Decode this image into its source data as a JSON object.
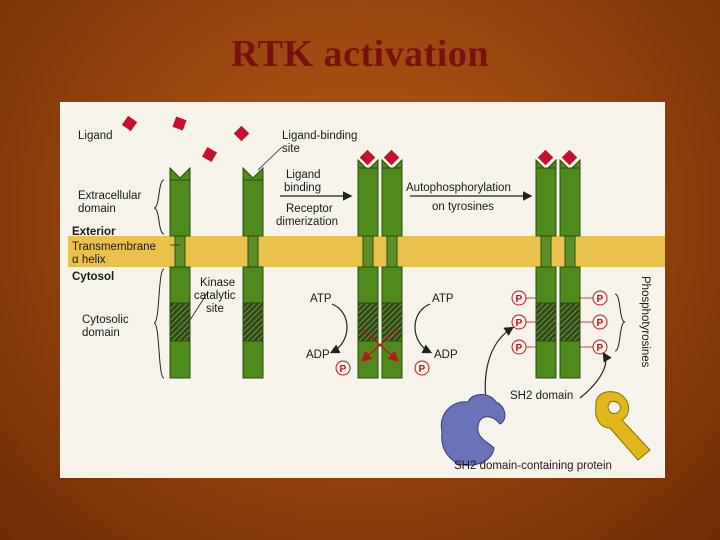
{
  "slide": {
    "title": "RTK activation"
  },
  "diagram": {
    "labels": {
      "ligand": "Ligand",
      "ligand_binding_site_1": "Ligand-binding",
      "ligand_binding_site_2": "site",
      "extracellular_1": "Extracellular",
      "extracellular_2": "domain",
      "exterior": "Exterior",
      "transmembrane": "Transmembrane",
      "alpha_helix": "α helix",
      "cytosol": "Cytosol",
      "cytosolic_1": "Cytosolic",
      "cytosolic_2": "domain",
      "kinase_1": "Kinase",
      "kinase_2": "catalytic",
      "kinase_3": "site",
      "ligand_binding_1": "Ligand",
      "ligand_binding_2": "binding",
      "receptor_dim_1": "Receptor",
      "receptor_dim_2": "dimerization",
      "autophos_1": "Autophosphorylation",
      "autophos_2": "on tyrosines",
      "atp_left": "ATP",
      "atp_right": "ATP",
      "adp_left": "ADP",
      "adp_right": "ADP",
      "phosphotyrosines": "Phosphotyrosines",
      "sh2_domain": "SH2 domain",
      "sh2_protein": "SH2 domain-containing protein",
      "phospho": "P"
    },
    "colors": {
      "receptor": "#4f8a1c",
      "membrane": "#e8c24a",
      "ligand": "#c8102e",
      "sh2_left": "#6a73b8",
      "sh2_right": "#e0b81c"
    }
  }
}
